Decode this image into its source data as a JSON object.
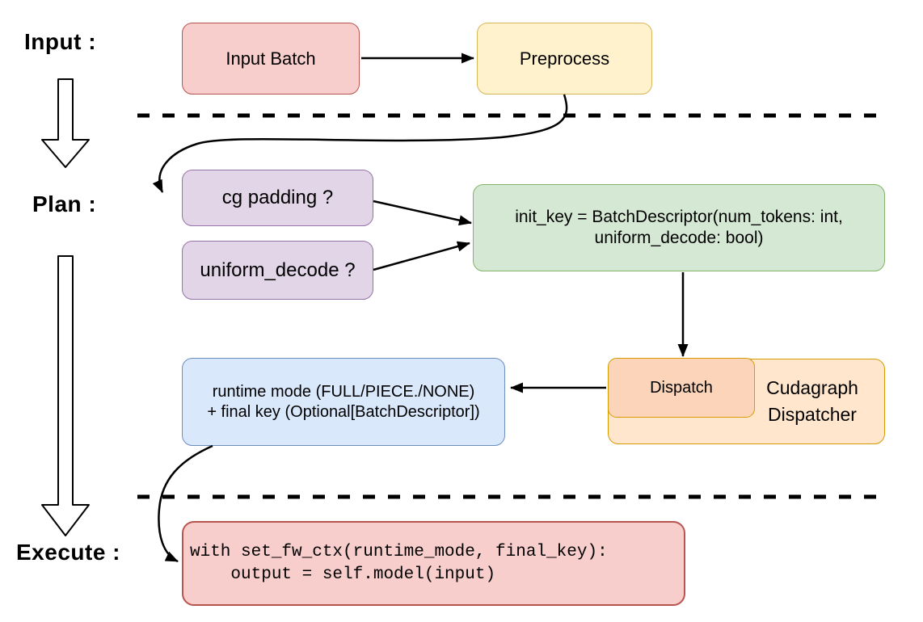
{
  "palette": {
    "red_fill": "#f8cecc",
    "red_stroke": "#b85450",
    "yellow_fill": "#fff2cc",
    "yellow_stroke": "#d6b656",
    "purple_fill": "#e1d5e7",
    "purple_stroke": "#9673a6",
    "green_fill": "#d5e8d4",
    "green_stroke": "#82b366",
    "orange_fill": "#ffe6cc",
    "orange_inner_fill": "#fbd4ba",
    "orange_stroke": "#d79b00",
    "blue_fill": "#dae8fc",
    "blue_stroke": "#6c8ebf",
    "arrow_color": "#000000"
  },
  "phases": {
    "input": "Input :",
    "plan": "Plan :",
    "execute": "Execute :"
  },
  "nodes": {
    "input_batch": {
      "label": "Input Batch"
    },
    "preprocess": {
      "label": "Preprocess"
    },
    "cg_padding": {
      "label": "cg padding ?"
    },
    "uniform_decode": {
      "label": "uniform_decode ?"
    },
    "init_key": {
      "lines": [
        "init_key = BatchDescriptor(num_tokens: int,",
        "uniform_decode: bool)"
      ]
    },
    "dispatch": {
      "label": "Dispatch"
    },
    "cudagraph_dispatcher": {
      "label": "Cudagraph Dispatcher"
    },
    "runtime_mode": {
      "lines": [
        "runtime mode (FULL/PIECE./NONE)",
        "+ final key (Optional[BatchDescriptor])"
      ]
    },
    "execute_code": {
      "lines": [
        "with set_fw_ctx(runtime_mode, final_key):",
        "    output = self.model(input)"
      ]
    }
  }
}
